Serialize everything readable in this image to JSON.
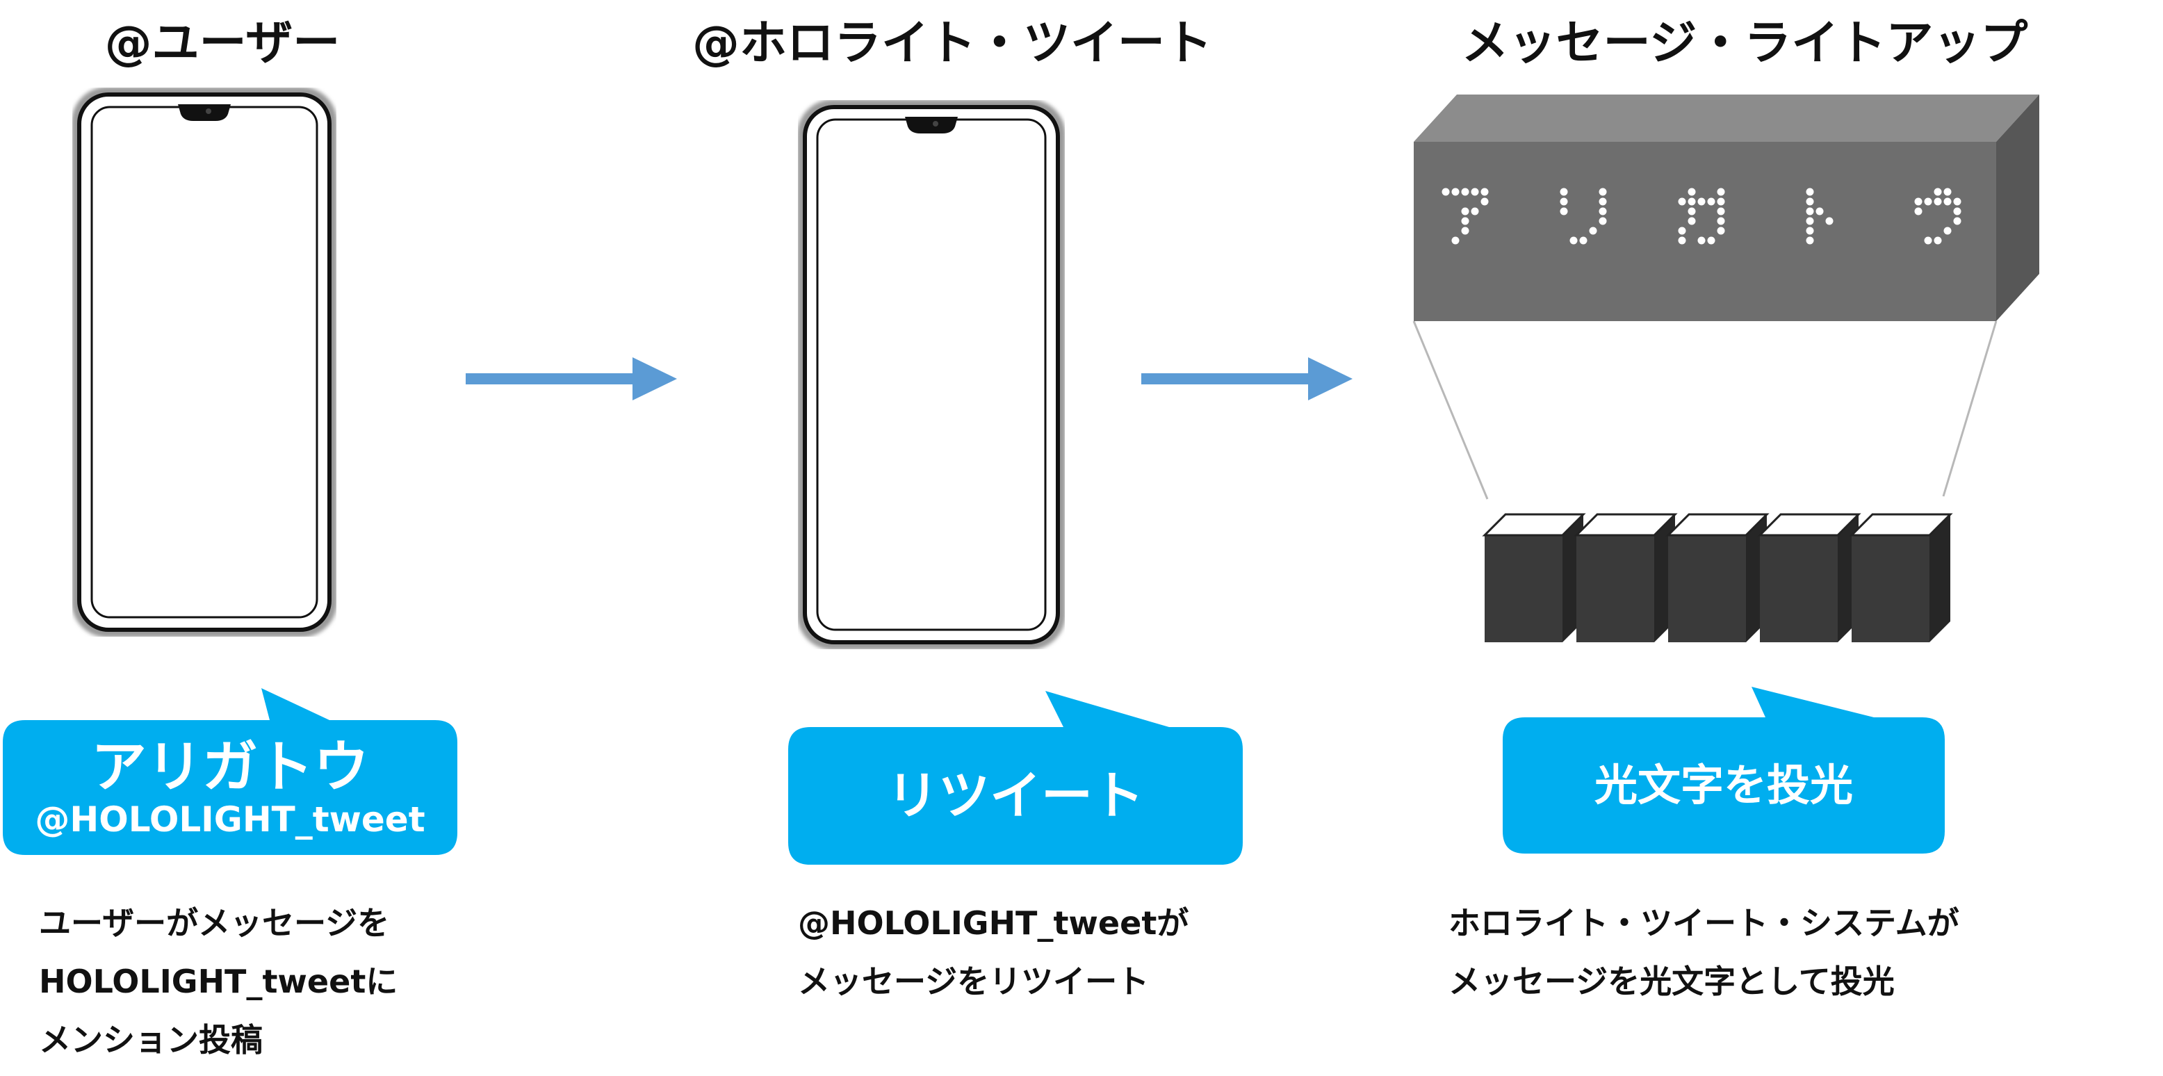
{
  "columns": [
    {
      "title": "@ユーザー",
      "bubble_main": "アリガトウ",
      "bubble_sub": "@HOLOLIGHT_tweet",
      "description": [
        "ユーザーがメッセージを",
        "HOLOLIGHT_tweetに",
        "メンション投稿"
      ]
    },
    {
      "title": "@ホロライト・ツイート",
      "bubble_main": "リツイート",
      "description": [
        "@HOLOLIGHT_tweetが",
        "メッセージをリツイート"
      ]
    },
    {
      "title": "メッセージ・ライトアップ",
      "bubble_main": "光文字を投光",
      "description": [
        "ホロライト・ツイート・システムが",
        "メッセージを光文字として投光"
      ]
    }
  ],
  "display": {
    "message": "アリガトウ"
  },
  "colors": {
    "bubble": "#00AEEF",
    "arrow": "#5B9BD5",
    "display_front": "#6E6E6E",
    "display_top": "#8C8C8C",
    "display_side": "#575757",
    "block_front": "#3A3A3A",
    "block_side": "#262626",
    "block_top": "#FFFFFF",
    "dot": "#FFFFFF"
  },
  "icons": {
    "phone": "smartphone-icon",
    "arrow": "right-arrow-icon",
    "display": "led-display-icon",
    "blocks": "projector-block-icon"
  }
}
